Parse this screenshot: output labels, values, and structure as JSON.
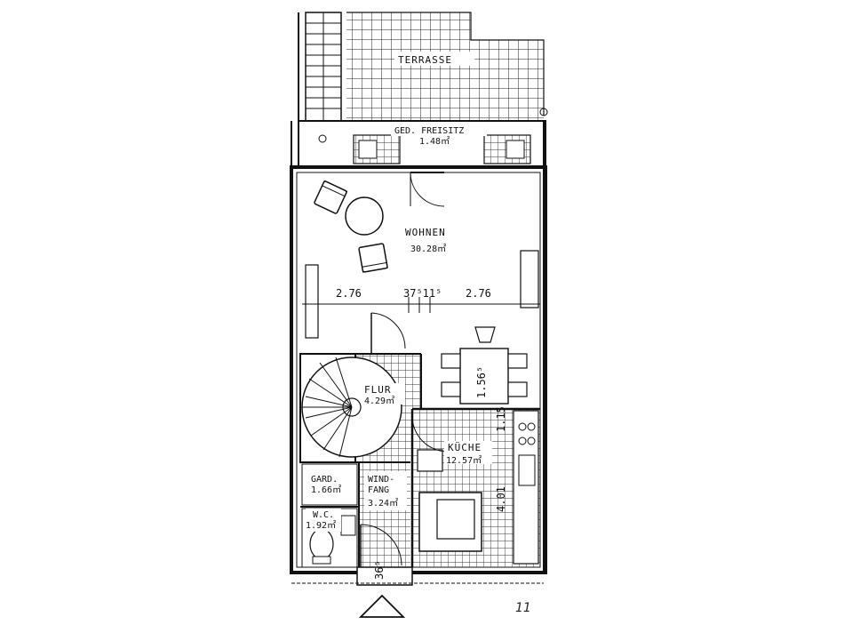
{
  "rooms": {
    "terrasse": {
      "name": "TERRASSE"
    },
    "freisitz": {
      "name": "GED. FREISITZ",
      "area": "1.48㎡"
    },
    "wohnen": {
      "name": "WOHNEN",
      "area": "30.28㎡"
    },
    "flur": {
      "name": "FLUR",
      "area": "4.29㎡"
    },
    "kueche": {
      "name": "KÜCHE",
      "area": "12.57㎡"
    },
    "gard": {
      "name": "GARD.",
      "area": "1.66㎡"
    },
    "windfang": {
      "name_1": "WIND-",
      "name_2": "FANG",
      "area": "3.24㎡"
    },
    "wc": {
      "name": "W.C.",
      "area": "1.92㎡"
    }
  },
  "dimensions": {
    "left_width": "2.76",
    "right_width": "2.76",
    "middle": "37⁵11⁵",
    "dining_depth": "1.56⁵",
    "kitchen_gap": "1.15",
    "kitchen_depth": "4.01",
    "entry": "36⁵"
  },
  "page_number": "11"
}
